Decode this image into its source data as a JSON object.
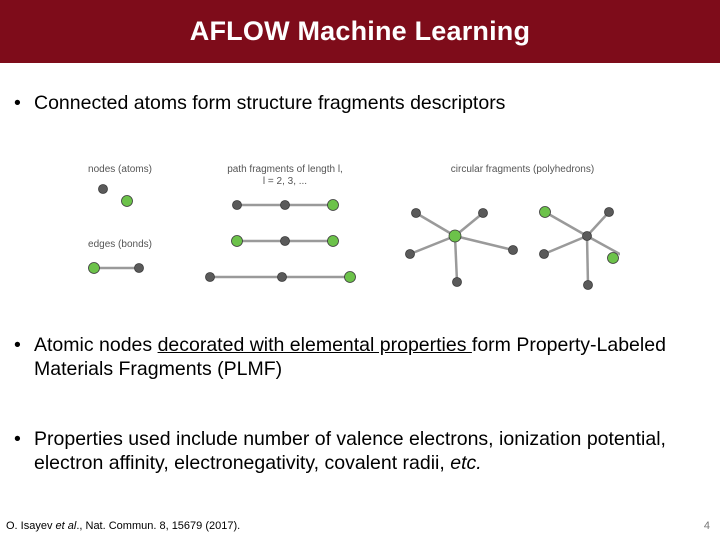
{
  "header": {
    "title": "AFLOW Machine Learning"
  },
  "bullets": {
    "b1": {
      "dot": "•",
      "text": "Connected atoms form structure fragments descriptors"
    },
    "b2": {
      "dot": "•",
      "pre": "Atomic nodes ",
      "underlined": "decorated with elemental properties ",
      "post": "form Property-Labeled Materials Fragments (PLMF)"
    },
    "b3": {
      "dot": "•",
      "pre": "Properties used include number of valence electrons, ionization potential, electron affinity, electronegativity, covalent radii, ",
      "italic": "etc.",
      "post": ""
    }
  },
  "figure": {
    "label_nodes": "nodes (atoms)",
    "label_edges": "edges (bonds)",
    "label_path_1": "path fragments of length l,",
    "label_path_2": "l = 2, 3, ...",
    "label_circular": "circular fragments (polyhedrons)",
    "colors": {
      "gray_node": "#5a5a5a",
      "green_node": "#6cc24a",
      "edge": "#9a9a9a"
    }
  },
  "footer": {
    "author": "O. Isayev ",
    "etal": "et al",
    "journal": "., Nat. Commun. 8, 15679 (2017)."
  },
  "page_number": "4"
}
